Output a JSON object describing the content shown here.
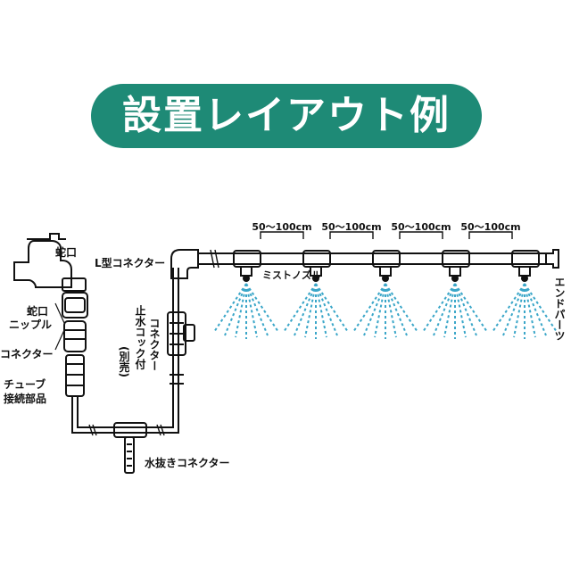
{
  "title": "設置レイアウト例",
  "labels": {
    "faucet": "蛇口",
    "faucet_nipple_1": "蛇口",
    "faucet_nipple_2": "ニップル",
    "connector": "コネクター",
    "tube_joint_1": "チューブ",
    "tube_joint_2": "接続部品",
    "l_connector": "L型コネクター",
    "stopcock_1": "コネクター",
    "stopcock_2": "止水コック付",
    "sold_separately": "(別売)",
    "drain_connector": "水抜きコネクター",
    "mist_nozzle": "ミストノズル",
    "end_part": "エンドパーツ"
  },
  "spacing_label": "50～100cm",
  "spacing_count": 4,
  "nozzle_count": 5,
  "colors": {
    "banner": "#1e8a76",
    "mist": "#3aa6c8",
    "ink": "#111111"
  }
}
